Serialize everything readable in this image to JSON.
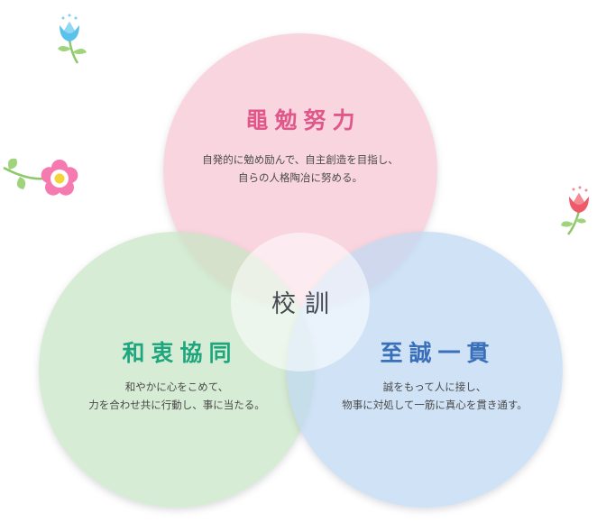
{
  "center": {
    "label": "校訓"
  },
  "mottos": {
    "top": {
      "title": "黽勉努力",
      "desc_line1": "自発的に勉め励んで、自主創造を目指し、",
      "desc_line2": "自らの人格陶冶に努める。"
    },
    "left": {
      "title": "和衷協同",
      "desc_line1": "和やかに心をこめて、",
      "desc_line2": "力を合わせ共に行動し、事に当たる。"
    },
    "right": {
      "title": "至誠一貫",
      "desc_line1": "誠をもって人に接し、",
      "desc_line2": "物事に対処して一筋に真心を貫き通す。"
    }
  },
  "colors": {
    "top_circle": "#f7c6d2",
    "left_circle": "#c8e4c4",
    "right_circle": "#bed8f2",
    "top_title": "#e0588a",
    "left_title": "#1ea77f",
    "right_title": "#3a6fba"
  },
  "decorations": [
    "blue-tulip-icon",
    "pink-flower-icon",
    "red-tulip-icon"
  ]
}
